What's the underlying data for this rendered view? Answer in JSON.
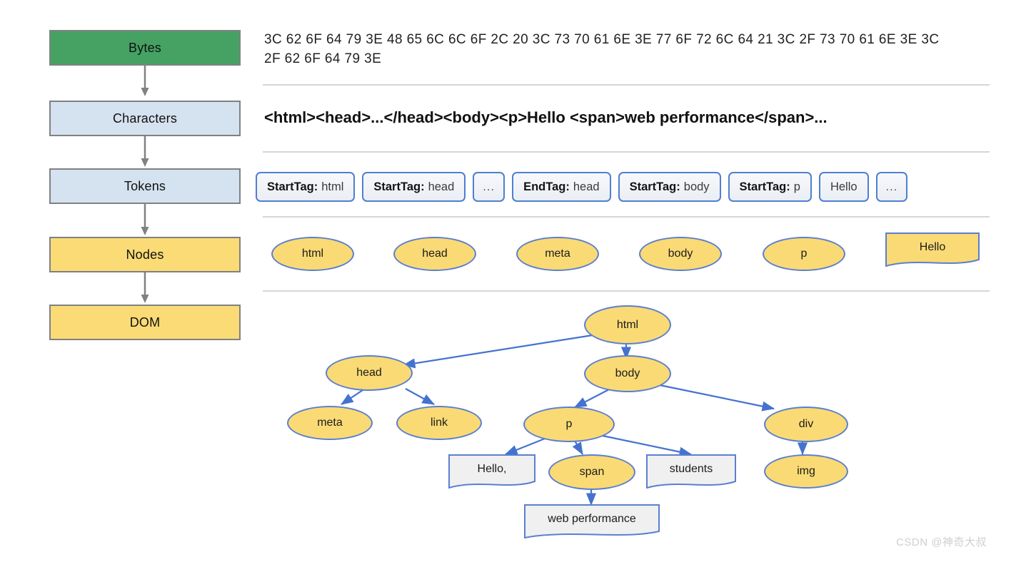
{
  "pipeline": {
    "stages": [
      {
        "label": "Bytes",
        "color": "#45a263"
      },
      {
        "label": "Characters",
        "color": "#d5e2ef"
      },
      {
        "label": "Tokens",
        "color": "#d5e2ef"
      },
      {
        "label": "Nodes",
        "color": "#fadb75"
      },
      {
        "label": "DOM",
        "color": "#fadb75"
      }
    ]
  },
  "bytes": {
    "text": "3C 62 6F 64 79 3E 48 65 6C 6C 6F 2C 20 3C 73 70 61 6E 3E 77 6F 72 6C 64 21 3C 2F 73 70 61 6E 3E 3C 2F 62 6F 64 79 3E"
  },
  "characters": {
    "text": "<html><head>...</head><body><p>Hello <span>web performance</span>..."
  },
  "tokens": [
    {
      "kind": "StartTag:",
      "value": "html"
    },
    {
      "kind": "StartTag:",
      "value": "head"
    },
    {
      "kind": "",
      "value": "..."
    },
    {
      "kind": "EndTag:",
      "value": "head"
    },
    {
      "kind": "StartTag:",
      "value": "body"
    },
    {
      "kind": "StartTag:",
      "value": "p"
    },
    {
      "kind": "",
      "value": "Hello"
    },
    {
      "kind": "",
      "value": "..."
    }
  ],
  "nodes": [
    {
      "label": "html",
      "shape": "ellipse"
    },
    {
      "label": "head",
      "shape": "ellipse"
    },
    {
      "label": "meta",
      "shape": "ellipse"
    },
    {
      "label": "body",
      "shape": "ellipse"
    },
    {
      "label": "p",
      "shape": "ellipse"
    },
    {
      "label": "Hello",
      "shape": "note"
    }
  ],
  "dom_tree": {
    "nodes": [
      {
        "id": "html",
        "label": "html",
        "shape": "ellipse"
      },
      {
        "id": "head",
        "label": "head",
        "shape": "ellipse"
      },
      {
        "id": "body",
        "label": "body",
        "shape": "ellipse"
      },
      {
        "id": "meta",
        "label": "meta",
        "shape": "ellipse"
      },
      {
        "id": "link",
        "label": "link",
        "shape": "ellipse"
      },
      {
        "id": "p",
        "label": "p",
        "shape": "ellipse"
      },
      {
        "id": "div",
        "label": "div",
        "shape": "ellipse"
      },
      {
        "id": "hello",
        "label": "Hello,",
        "shape": "note"
      },
      {
        "id": "span",
        "label": "span",
        "shape": "ellipse"
      },
      {
        "id": "stud",
        "label": "students",
        "shape": "note"
      },
      {
        "id": "img",
        "label": "img",
        "shape": "ellipse"
      },
      {
        "id": "webp",
        "label": "web performance",
        "shape": "note"
      }
    ],
    "edges": [
      [
        "html",
        "head"
      ],
      [
        "html",
        "body"
      ],
      [
        "head",
        "meta"
      ],
      [
        "head",
        "link"
      ],
      [
        "body",
        "p"
      ],
      [
        "body",
        "div"
      ],
      [
        "p",
        "hello"
      ],
      [
        "p",
        "span"
      ],
      [
        "p",
        "stud"
      ],
      [
        "div",
        "img"
      ],
      [
        "span",
        "webp"
      ]
    ]
  },
  "colors": {
    "green": "#45a263",
    "light_blue": "#d5e2ef",
    "yellow": "#fada75",
    "node_border": "#5b7fd0",
    "edge": "#4472d0",
    "box_border": "#7f8183",
    "text_node_fill": "#f0f0f0"
  },
  "watermark": {
    "text": "CSDN @神奇大叔"
  }
}
